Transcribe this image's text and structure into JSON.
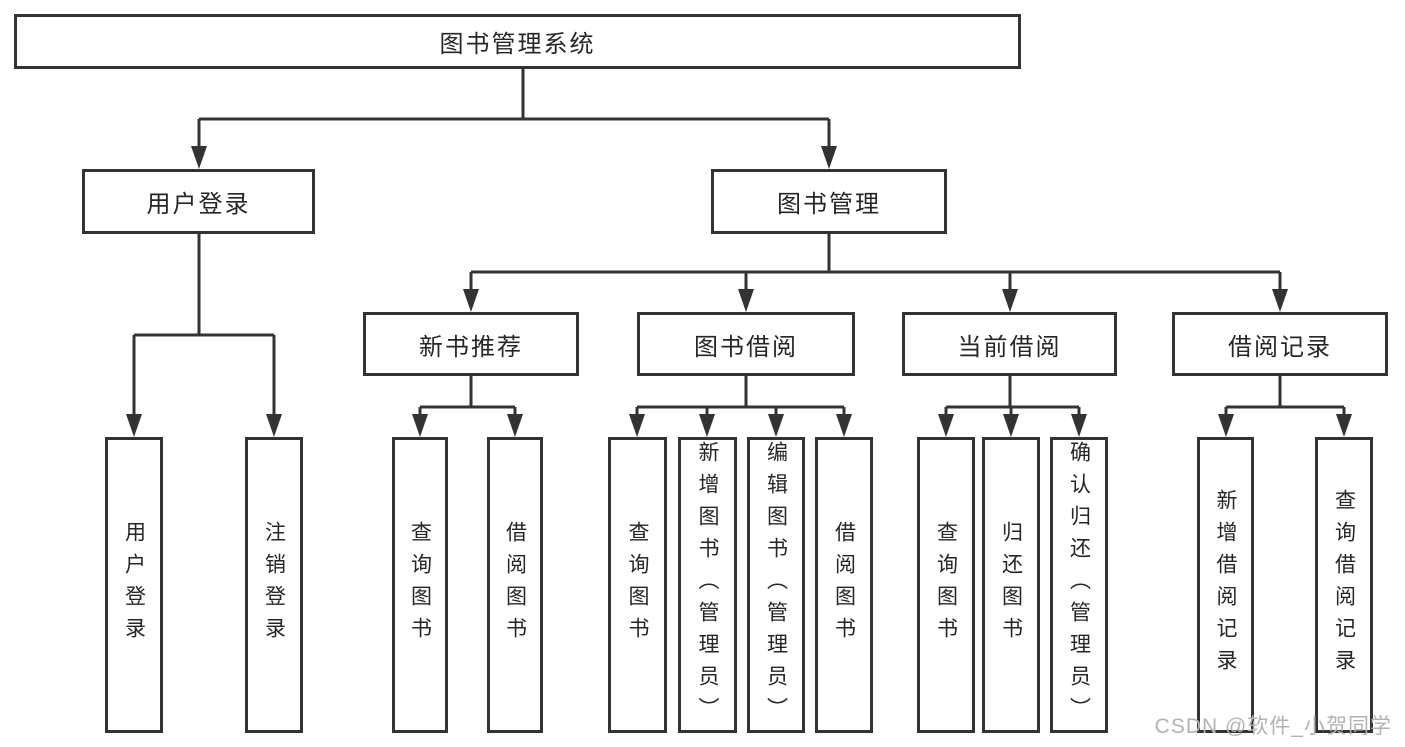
{
  "tree": {
    "root": {
      "label": "图书管理系统"
    },
    "login": {
      "label": "用户登录",
      "children": [
        {
          "label": "用户登录"
        },
        {
          "label": "注销登录"
        }
      ]
    },
    "management": {
      "label": "图书管理",
      "sections": [
        {
          "label": "新书推荐",
          "children": [
            {
              "label": "查询图书"
            },
            {
              "label": "借阅图书"
            }
          ]
        },
        {
          "label": "图书借阅",
          "children": [
            {
              "label": "查询图书"
            },
            {
              "label": "新增图书（管理员）"
            },
            {
              "label": "编辑图书（管理员）"
            },
            {
              "label": "借阅图书"
            }
          ]
        },
        {
          "label": "当前借阅",
          "children": [
            {
              "label": "查询图书"
            },
            {
              "label": "归还图书"
            },
            {
              "label": "确认归还（管理员）"
            }
          ]
        },
        {
          "label": "借阅记录",
          "children": [
            {
              "label": "新增借阅记录"
            },
            {
              "label": "查询借阅记录"
            }
          ]
        }
      ]
    }
  },
  "watermark": {
    "text": "CSDN @软件_小贺同学"
  },
  "colors": {
    "line": "#333333",
    "text": "#262626",
    "watermark": "#b3b3b3",
    "background": "#ffffff"
  }
}
